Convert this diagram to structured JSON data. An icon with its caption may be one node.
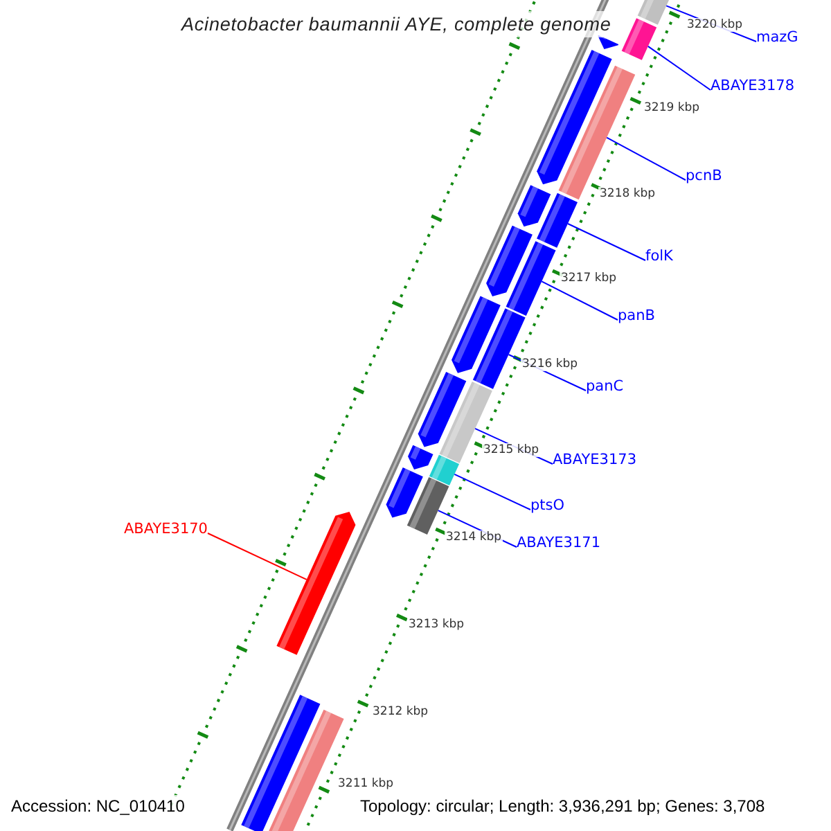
{
  "diagram": {
    "title": "Acinetobacter baumannii AYE, complete genome",
    "nodes": [
      {
        "text": [
          "mazG"
        ]
      },
      {
        "text": [
          "ABAYE3178"
        ]
      },
      {
        "text": [
          "pcnB"
        ]
      },
      {
        "text": [
          "folK"
        ]
      },
      {
        "text": [
          "panB"
        ]
      },
      {
        "text": [
          "panC"
        ]
      },
      {
        "text": [
          "ABAYE3173"
        ]
      },
      {
        "text": [
          "ptsO"
        ]
      },
      {
        "text": [
          "ABAYE3170"
        ]
      },
      {
        "text": [
          "ABAYE3171"
        ]
      },
      {
        "text": [],
        "shape": "bar"
      },
      {
        "text": [],
        "shape": "bar"
      },
      {
        "text": [],
        "shape": "bar"
      },
      {
        "text": [],
        "shape": "bar"
      },
      {
        "text": [],
        "shape": "bar"
      },
      {
        "text": [],
        "shape": "bar"
      },
      {
        "text": [],
        "shape": "bar"
      },
      {
        "text": [],
        "shape": "bar"
      },
      {
        "text": [],
        "shape": "bar"
      },
      {
        "text": [],
        "shape": "bar"
      },
      {
        "text": [],
        "shape": "bar"
      },
      {
        "text": [],
        "shape": "bar"
      },
      {
        "text": [],
        "shape": "bar"
      },
      {
        "text": [],
        "shape": "bar"
      },
      {
        "text": [],
        "shape": "bar"
      },
      {
        "text": [],
        "shape": "bar"
      },
      {
        "text": [],
        "shape": "bar"
      },
      {
        "text": [],
        "shape": "bar"
      },
      {
        "text": [],
        "shape": "bar"
      },
      {
        "text": [],
        "shape": "bar"
      }
    ],
    "edges": [
      {
        "from": 0,
        "to": 10,
        "arrow": "none"
      },
      {
        "from": 1,
        "to": 11,
        "arrow": "none"
      },
      {
        "from": 2,
        "to": 12,
        "arrow": "none"
      },
      {
        "from": 3,
        "to": 13,
        "arrow": "none"
      },
      {
        "from": 4,
        "to": 14,
        "arrow": "none"
      },
      {
        "from": 5,
        "to": 15,
        "arrow": "none"
      },
      {
        "from": 6,
        "to": 16,
        "arrow": "none"
      },
      {
        "from": 7,
        "to": 17,
        "arrow": "none"
      },
      {
        "from": 8,
        "to": 18,
        "arrow": "none",
        "color": "#ff0000"
      },
      {
        "from": 9,
        "to": 19,
        "arrow": "none"
      }
    ],
    "labels": [
      "3220 kbp",
      "3219 kbp",
      "3218 kbp",
      "3217 kbp",
      "3216 kbp",
      "3215 kbp",
      "3214 kbp",
      "3213 kbp",
      "3212 kbp",
      "3211 kbp",
      "Accession: NC_010410",
      "Topology: circular; Length: 3,936,291 bp; Genes: 3,708"
    ]
  }
}
